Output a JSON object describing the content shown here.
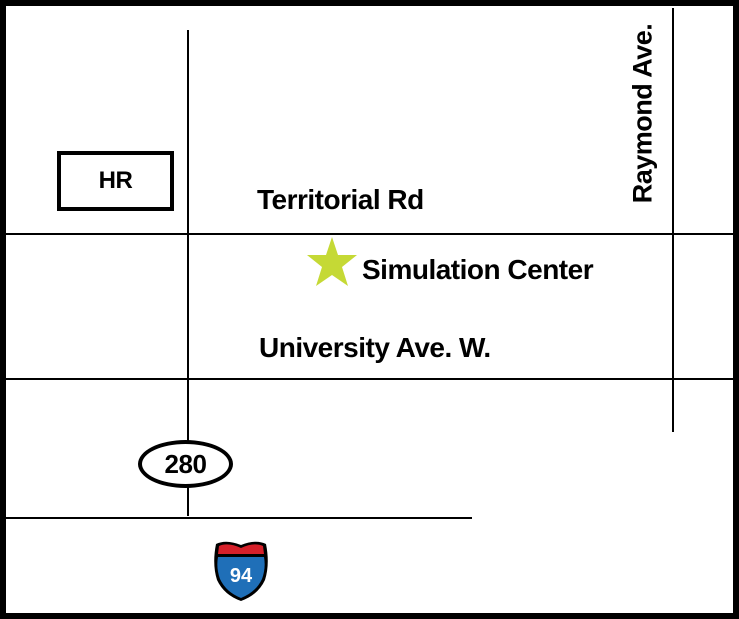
{
  "map": {
    "roads": {
      "territorial": "Territorial Rd",
      "university": "University Ave. W.",
      "raymond": "Raymond Ave."
    },
    "landmarks": {
      "hr": "HR",
      "simulation_center": "Simulation Center"
    },
    "highways": {
      "route_280": "280",
      "interstate_94": "94"
    },
    "icons": {
      "star": "star-icon",
      "interstate": "interstate-shield-icon"
    },
    "colors": {
      "star": "#c5d935",
      "shield_red": "#d6202a",
      "shield_blue": "#1f6fb8",
      "road": "#000000"
    }
  }
}
